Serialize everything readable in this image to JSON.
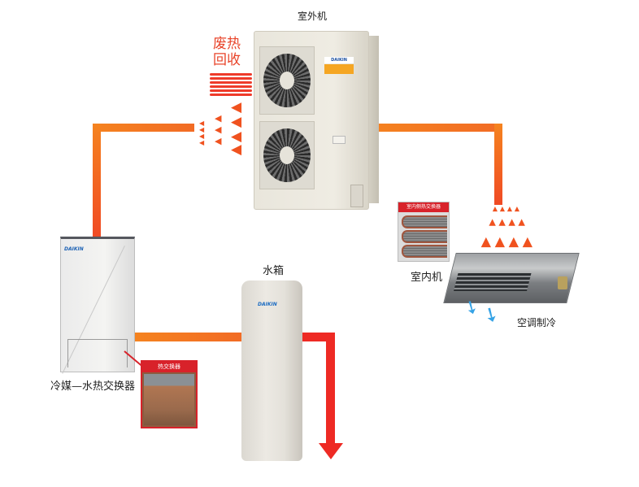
{
  "diagram": {
    "title_outdoor_unit": "室外机",
    "waste_heat_recovery": [
      "废热",
      "回收"
    ],
    "water_tank": "水箱",
    "indoor_unit": "室内机",
    "indoor_heat_exchanger": "室内侧热交换器",
    "ac_cooling": "空调制冷",
    "refrigerant_water_hx": "冷媒—水热交换器",
    "heat_exchanger": "热交换器",
    "brand_logo": "DAIKIN",
    "colors": {
      "pipe_orange": "#f5831f",
      "pipe_red": "#ee2a24",
      "callout_red": "#d8222a",
      "heat_arrow": "#f0521f",
      "cool_arrow": "#36a3e6"
    },
    "icons": {
      "heat_arrow": "heat-flow-arrow-icon",
      "cool_arrow": "cool-airflow-arrow-icon",
      "wave": "waste-heat-wave-icon",
      "flow_arrow": "water-outflow-arrow-icon"
    }
  }
}
